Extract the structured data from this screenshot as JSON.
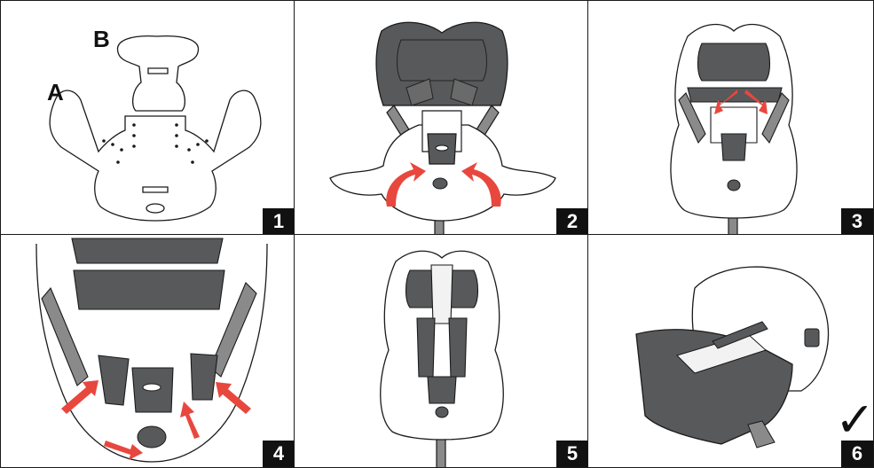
{
  "panels": [
    {
      "number": "1",
      "labels": [
        "A",
        "B"
      ]
    },
    {
      "number": "2"
    },
    {
      "number": "3"
    },
    {
      "number": "4"
    },
    {
      "number": "5"
    },
    {
      "number": "6",
      "mark": "✓"
    }
  ],
  "colors": {
    "line": "#1a1a1a",
    "dark_fabric": "#58595b",
    "mid_fabric": "#8a8a8a",
    "light_fabric": "#f2f2f2",
    "arrow": "#e8473e",
    "badge": "#111111"
  },
  "icons": [
    "checkmark-icon",
    "arrow-icon"
  ]
}
